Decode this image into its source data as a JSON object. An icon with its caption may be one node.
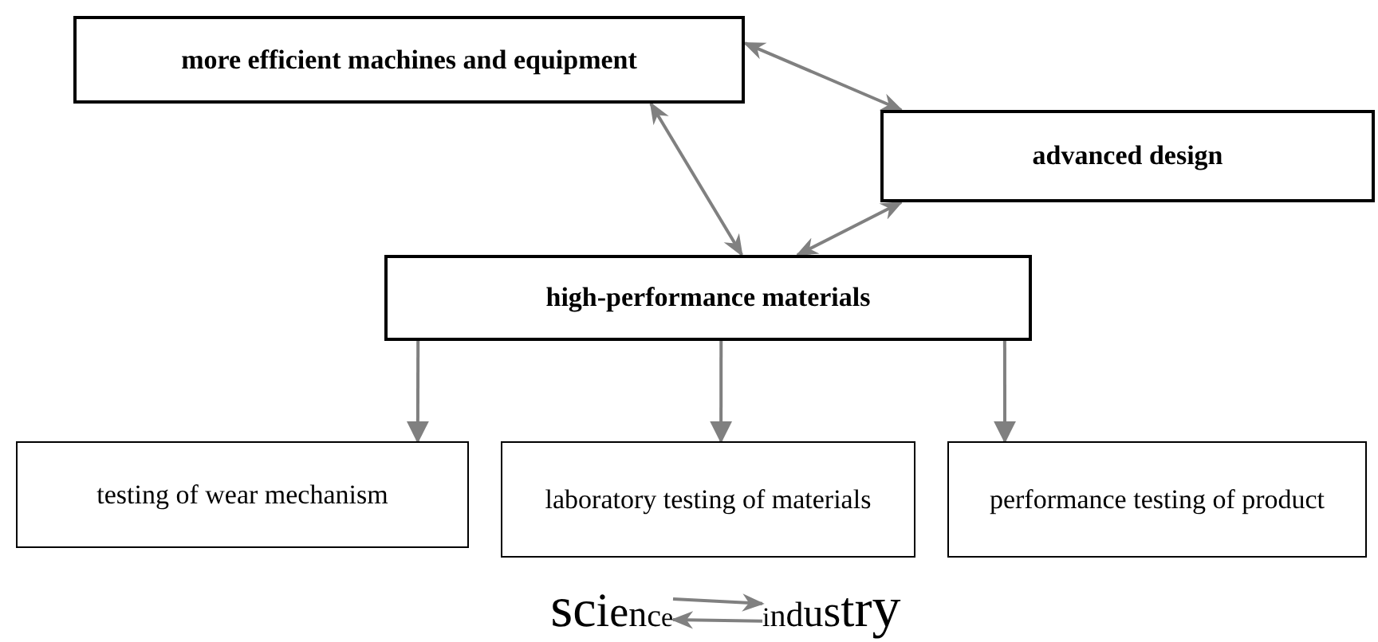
{
  "diagram": {
    "nodes": [
      {
        "text": [
          "more efficient machines and equipment"
        ]
      },
      {
        "text": [
          "advanced design"
        ]
      },
      {
        "text": [
          "high-performance materials"
        ]
      },
      {
        "text": [
          "testing of wear mechanism"
        ]
      },
      {
        "text": [
          "laboratory testing of materials"
        ]
      },
      {
        "text": [
          "performance testing of product"
        ]
      },
      {
        "text": [
          "science"
        ]
      },
      {
        "text": [
          "industry"
        ]
      }
    ],
    "edges": [
      {
        "from": 0,
        "to": 1,
        "arrow": "both"
      },
      {
        "from": 0,
        "to": 2,
        "arrow": "both"
      },
      {
        "from": 2,
        "to": 1,
        "arrow": "both"
      },
      {
        "from": 2,
        "to": 3,
        "arrow": "to"
      },
      {
        "from": 2,
        "to": 4,
        "arrow": "to"
      },
      {
        "from": 2,
        "to": 5,
        "arrow": "to"
      },
      {
        "from": 6,
        "to": 7,
        "arrow": "to"
      },
      {
        "from": 7,
        "to": 6,
        "arrow": "to"
      }
    ]
  }
}
